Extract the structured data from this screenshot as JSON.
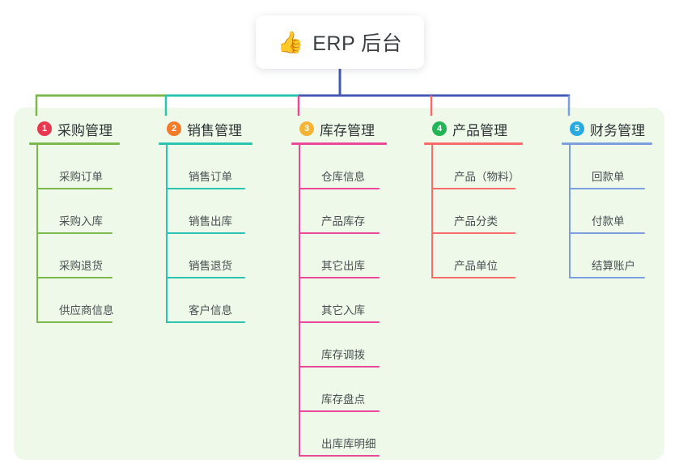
{
  "diagram": {
    "type": "mindmap",
    "title": "ERP 后台",
    "root": {
      "icon": "thumbs-up-icon",
      "icon_glyph": "👍",
      "label": "ERP 后台"
    },
    "panel_color": "#eef9e9",
    "page_background": "#ffffff",
    "trunk_color": "#4558b5",
    "branch_segment_colors": [
      "#7cb84b",
      "#2bc4b0",
      "#4558b5"
    ],
    "columns": [
      {
        "index": "1",
        "badge": "1",
        "badge_color": "#e8384f",
        "label": "采购管理",
        "color": "#7cb84b",
        "items": [
          "采购订单",
          "采购入库",
          "采购退货",
          "供应商信息"
        ]
      },
      {
        "index": "2",
        "badge": "2",
        "badge_color": "#f47b28",
        "label": "销售管理",
        "color": "#2bc4b0",
        "items": [
          "销售订单",
          "销售出库",
          "销售退货",
          "客户信息"
        ]
      },
      {
        "index": "3",
        "badge": "3",
        "badge_color": "#f5b335",
        "label": "库存管理",
        "color": "#ec4899",
        "items": [
          "仓库信息",
          "产品库存",
          "其它出库",
          "其它入库",
          "库存调拨",
          "库存盘点",
          "出库库明细"
        ]
      },
      {
        "index": "4",
        "badge": "4",
        "badge_color": "#22b455",
        "label": "产品管理",
        "color": "#f96a6a",
        "items": [
          "产品（物料）",
          "产品分类",
          "产品单位"
        ]
      },
      {
        "index": "5",
        "badge": "5",
        "badge_color": "#29abe2",
        "label": "财务管理",
        "color": "#7d9fe0",
        "items": [
          "回款单",
          "付款单",
          "结算账户"
        ]
      }
    ]
  }
}
